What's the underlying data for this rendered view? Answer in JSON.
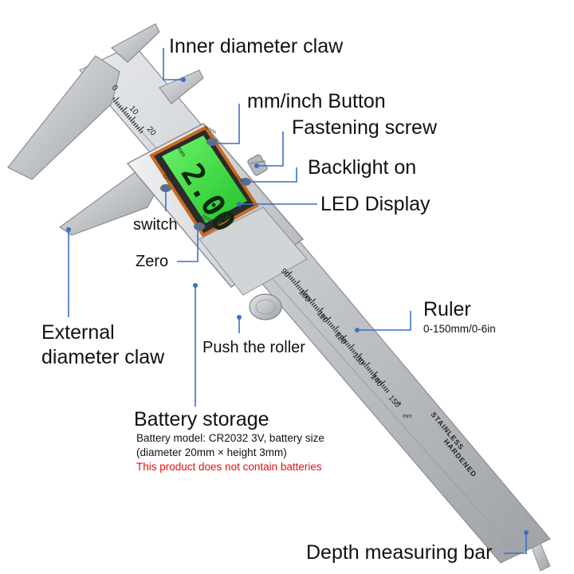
{
  "labels": {
    "inner_claw": "Inner diameter claw",
    "mm_inch": "mm/inch Button",
    "fastening_screw": "Fastening screw",
    "backlight": "Backlight on",
    "led_display": "LED Display",
    "switch": "switch",
    "zero": "Zero",
    "external_line1": "External",
    "external_line2": "diameter claw",
    "push_roller": "Push the roller",
    "ruler": "Ruler",
    "ruler_range": "0-150mm/0-6in",
    "battery_title": "Battery storage",
    "battery_line1": "Battery model: CR2032 3V, battery size",
    "battery_line2": "(diameter 20mm × height 3mm)",
    "battery_warning": "This product does not contain batteries",
    "depth_bar": "Depth measuring bar"
  },
  "device": {
    "display_reading": "2.00",
    "display_unit": "mm",
    "btn_mm_inch": "mm/in",
    "btn_light": "LIGHT",
    "btn_onoff": "ON/OFF",
    "btn_zero": "ZERO",
    "engraving_1": "STAINLESS",
    "engraving_2": "HARDENED",
    "scale_upper_ticks": [
      "0",
      "10",
      "20"
    ],
    "scale_lower_ticks": [
      "90",
      "100",
      "110",
      "120",
      "130",
      "140",
      "150"
    ],
    "unit_in": "in",
    "unit_mm": "mm"
  },
  "colors": {
    "steel": "#c9ccd0",
    "display_green": "#35e03a",
    "bezel_orange": "#c96a1e",
    "leader_blue": "#3d6fc4",
    "warning_red": "#e3100f"
  }
}
